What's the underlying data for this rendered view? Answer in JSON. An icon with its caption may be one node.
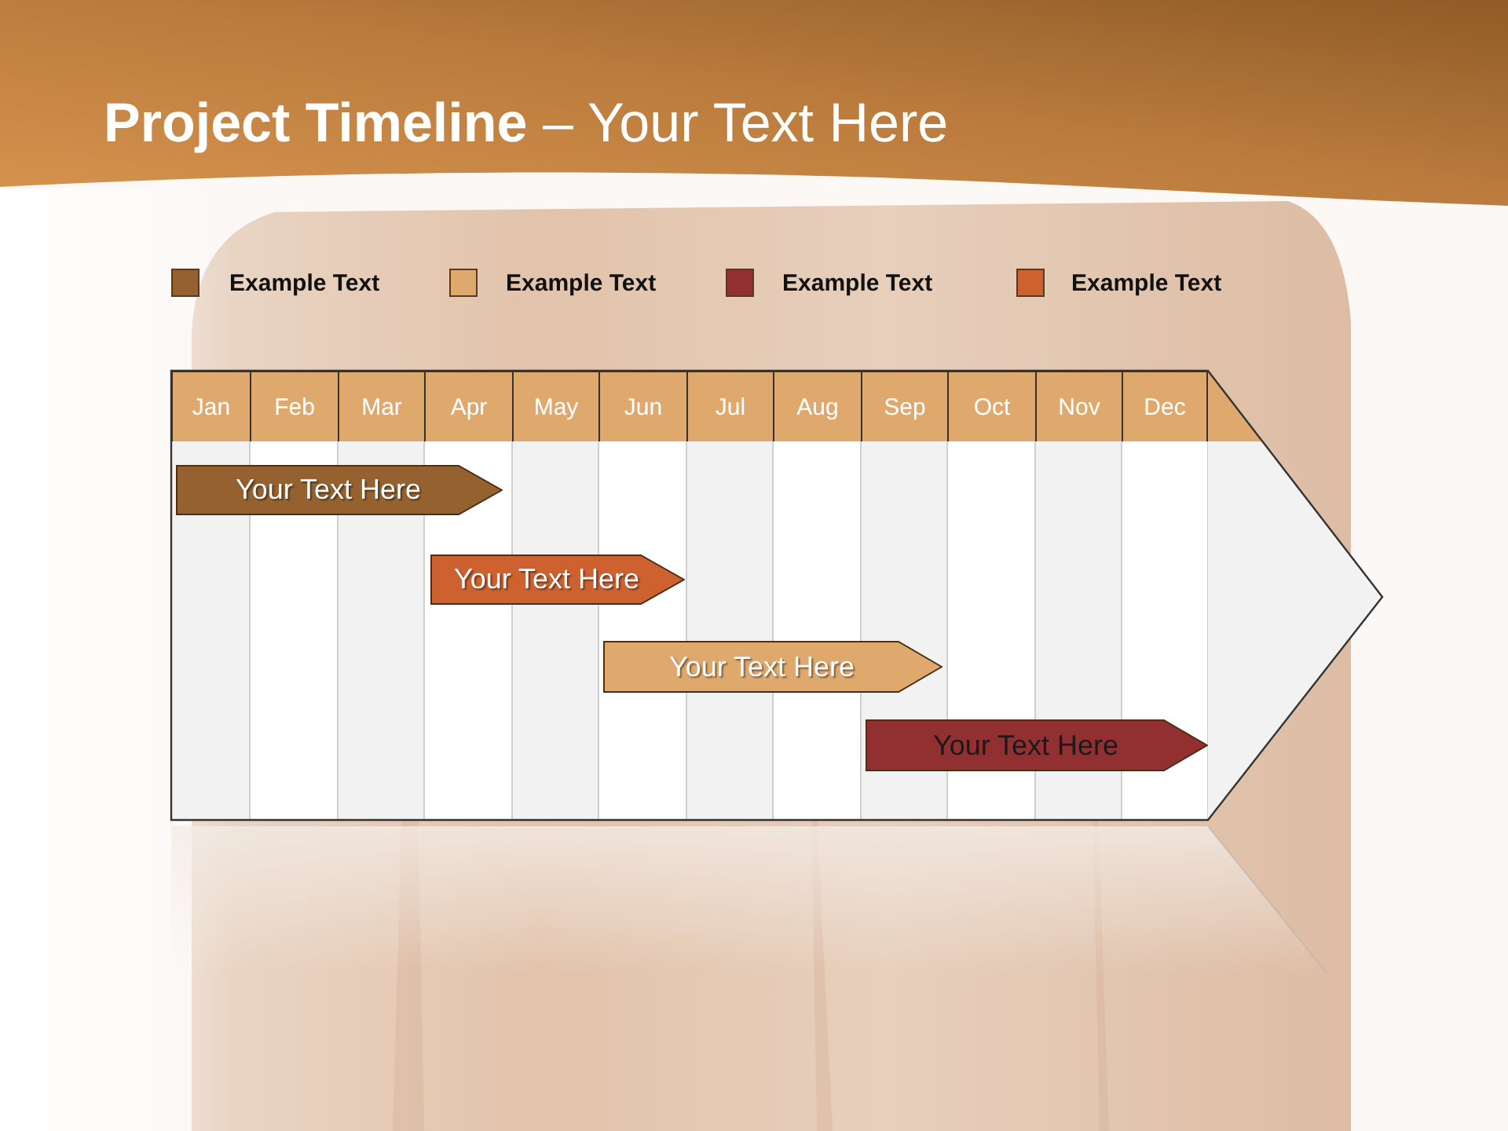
{
  "diagram": {
    "title": "**Project Timeline** – Your Text Here",
    "nodes": [
      {
        "text": [
          "Your Text Here"
        ]
      },
      {
        "text": [
          "Your Text Here"
        ]
      },
      {
        "text": [
          "Your Text Here"
        ]
      },
      {
        "text": [
          "Your Text Here"
        ]
      }
    ],
    "labels": [
      "Jan",
      "Feb",
      "Mar",
      "Apr",
      "May",
      "Jun",
      "Jul",
      "Aug",
      "Sep",
      "Oct",
      "Nov",
      "Dec"
    ],
    "legend": [
      {
        "text": "Example Text",
        "color": "#94612f"
      },
      {
        "text": "Example Text",
        "color": "#dfa86c"
      },
      {
        "text": "Example Text",
        "color": "#922f31"
      },
      {
        "text": "Example Text",
        "color": "#cd6130"
      }
    ]
  }
}
